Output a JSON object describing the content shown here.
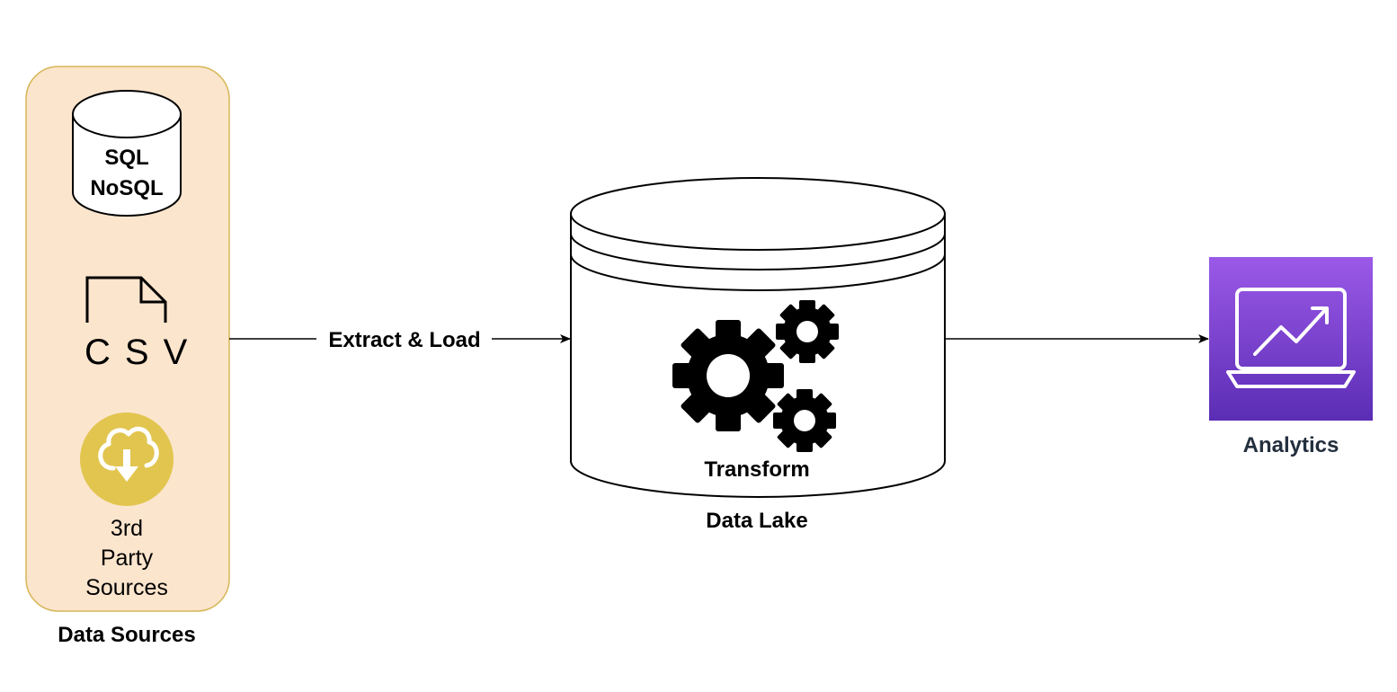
{
  "sources": {
    "group_label": "Data Sources",
    "database": {
      "line1": "SQL",
      "line2": "NoSQL",
      "icon": "database-cylinder-icon"
    },
    "csv": {
      "label": "CSV",
      "icon": "document-icon"
    },
    "third_party": {
      "line1": "3rd",
      "line2": "Party",
      "line3": "Sources",
      "icon": "cloud-download-icon"
    }
  },
  "edges": {
    "extract_load": "Extract & Load"
  },
  "lake": {
    "label": "Data Lake",
    "inner_label": "Transform",
    "icon": "gears-icon"
  },
  "analytics": {
    "label": "Analytics",
    "icon": "laptop-chart-icon"
  },
  "colors": {
    "group_fill": "#fce5cd",
    "group_border": "#d6b656",
    "cloud_circle": "#e1c54f",
    "analytics_top": "#9b59e8",
    "analytics_bottom": "#5b2db5",
    "analytics_label": "#232f3e"
  }
}
